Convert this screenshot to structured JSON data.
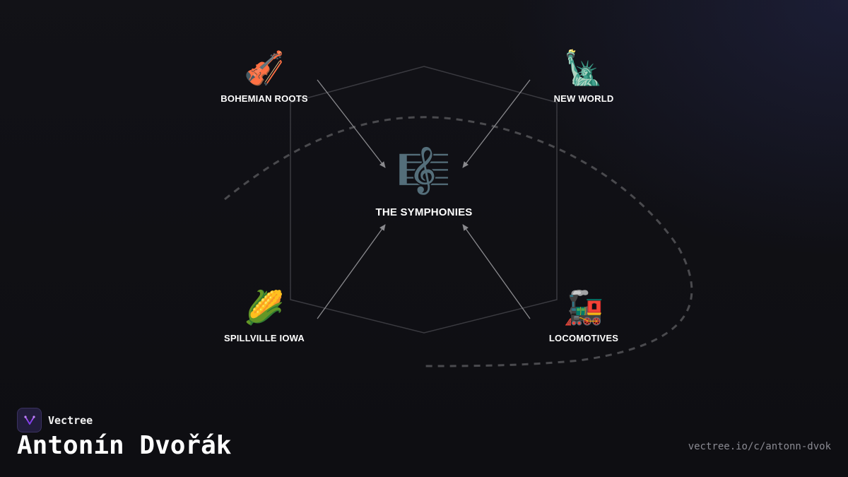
{
  "brand": {
    "name": "Vectree"
  },
  "title": "Antonín Dvořák",
  "url": "vectree.io/c/antonn-dvok",
  "center": {
    "icon": "musical-score",
    "emoji": "🎼",
    "label": "THE SYMPHONIES"
  },
  "nodes": [
    {
      "id": "bohemian-roots",
      "icon": "violin",
      "emoji": "🎻",
      "label": "BOHEMIAN ROOTS"
    },
    {
      "id": "new-world",
      "icon": "statue-of-liberty",
      "emoji": "🗽",
      "label": "NEW WORLD"
    },
    {
      "id": "spillville-iowa",
      "icon": "ear-of-corn",
      "emoji": "🌽",
      "label": "SPILLVILLE IOWA"
    },
    {
      "id": "locomotives",
      "icon": "locomotive",
      "emoji": "🚂",
      "label": "LOCOMOTIVES"
    }
  ],
  "colors": {
    "background": "#0e0e12",
    "hexagon": "#3a3a40",
    "arrows": "#8a8a8e",
    "dashed_curve": "#4a4a4e",
    "brand_accent": "#a855f7"
  }
}
